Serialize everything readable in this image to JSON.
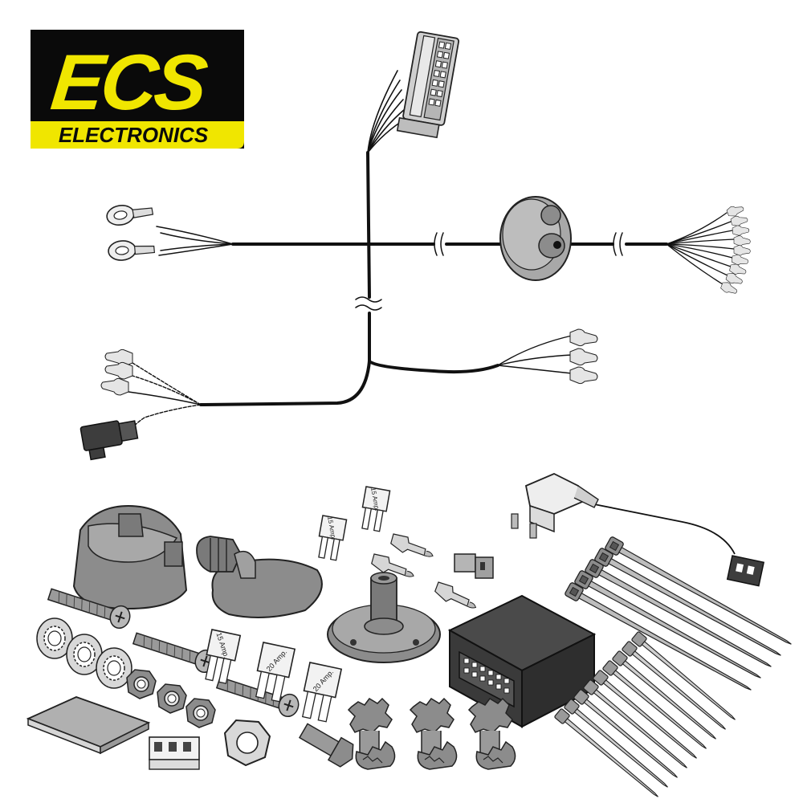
{
  "logo": {
    "brand": "ECS",
    "subtitle": "ELECTRONICS",
    "colors": {
      "yellow": "#f0e600",
      "black": "#0a0a0a"
    }
  },
  "fuses": [
    {
      "label": "15 Amp."
    },
    {
      "label": "15 Amp."
    },
    {
      "label": "15 Amp."
    },
    {
      "label": "20 Amp."
    },
    {
      "label": "20 Amp."
    }
  ],
  "colors": {
    "wire": "#111111",
    "part_fill": "#8c8c8c",
    "part_dark": "#3d3d3d",
    "outline": "#222222"
  }
}
